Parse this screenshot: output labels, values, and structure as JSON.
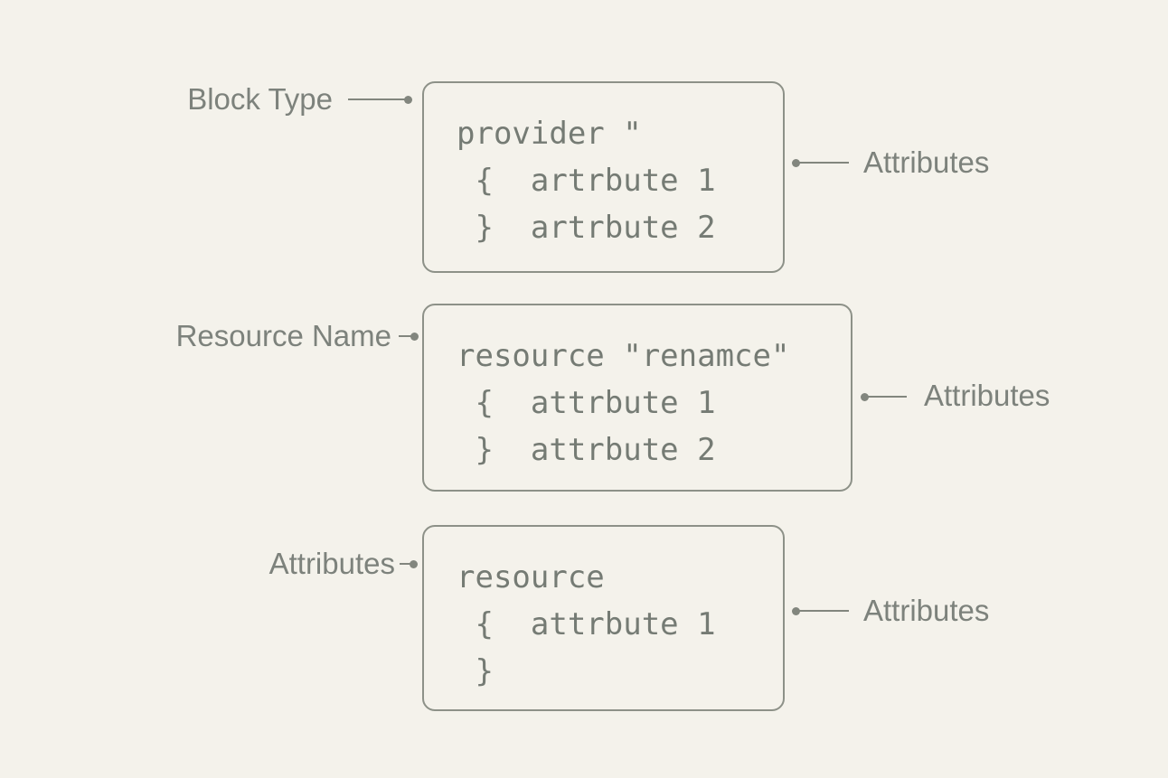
{
  "colors": {
    "background": "#f4f2eb",
    "label_ink": "#7d827c",
    "code_ink": "#757b74",
    "line_ink": "#82867e",
    "box_border": "#8d9188"
  },
  "blocks": [
    {
      "name": "provider-block",
      "code_lines": [
        "provider \"",
        " {  artrbute 1",
        " }  artrbute 2"
      ],
      "left_label": "Block Type",
      "right_label": "Attributes"
    },
    {
      "name": "resource-name-block",
      "code_lines": [
        "resource \"renamce\"",
        " {  attrbute 1",
        " }  attrbute 2"
      ],
      "left_label": "Resource Name",
      "right_label": "Attributes"
    },
    {
      "name": "attributes-block",
      "code_lines": [
        "resource",
        " {  attrbute 1",
        " }"
      ],
      "left_label": "Attributes",
      "right_label": "Attributes"
    }
  ]
}
